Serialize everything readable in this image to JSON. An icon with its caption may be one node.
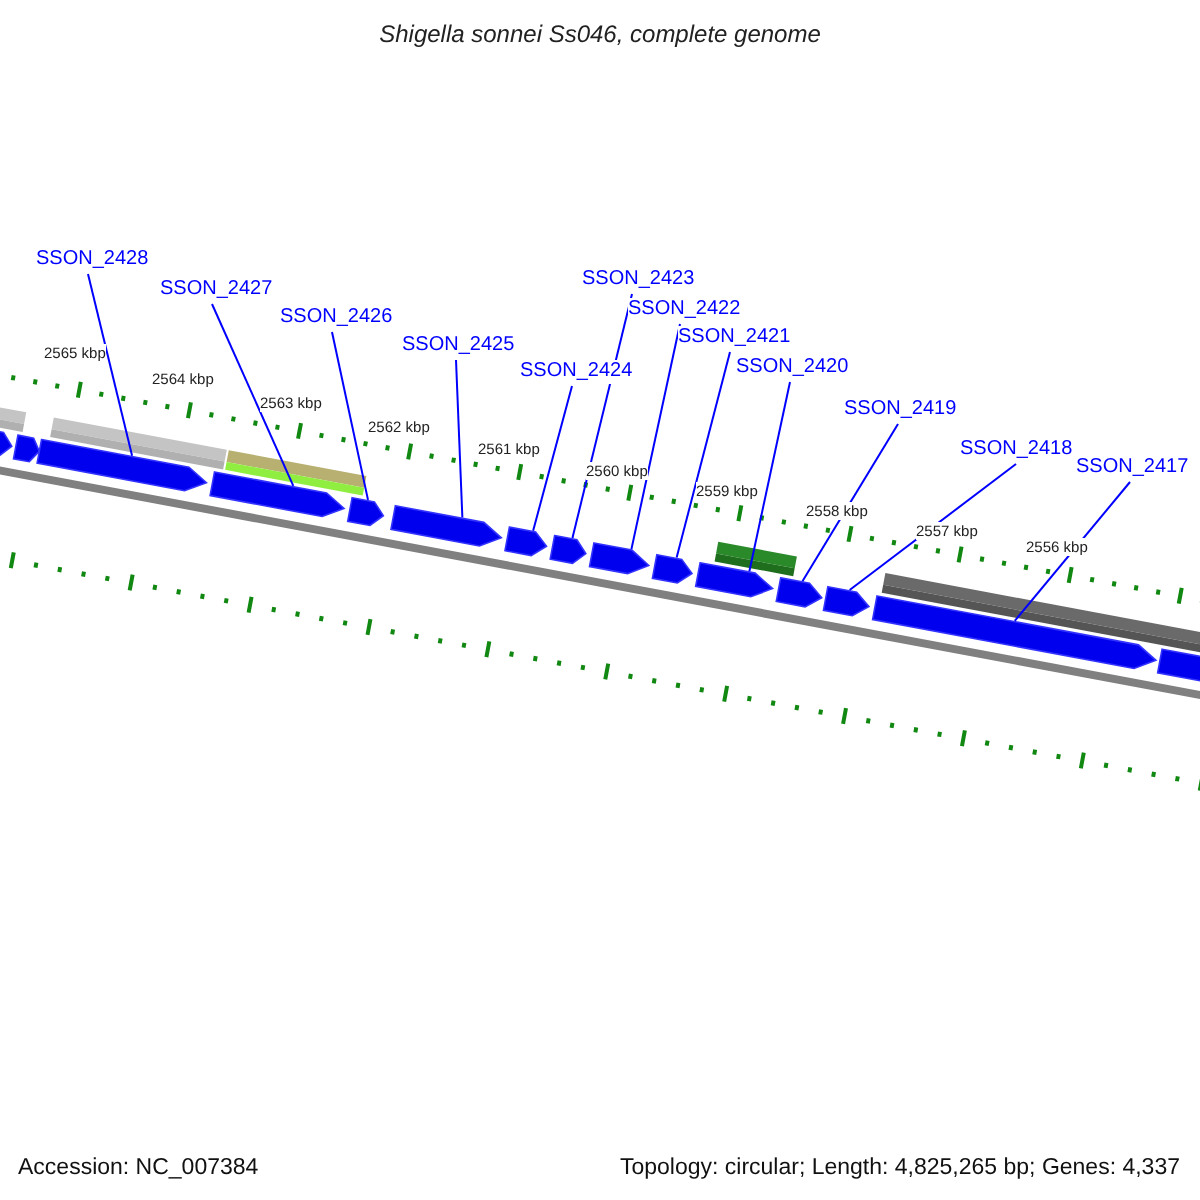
{
  "diagram": {
    "title": "Shigella sonnei Ss046, complete genome",
    "nodes": [
      {
        "text": [
          "SSON_2428"
        ]
      },
      {
        "text": [
          "SSON_2427"
        ]
      },
      {
        "text": [
          "SSON_2426"
        ]
      },
      {
        "text": [
          "SSON_2425"
        ]
      },
      {
        "text": [
          "SSON_2424"
        ]
      },
      {
        "text": [
          "SSON_2423"
        ]
      },
      {
        "text": [
          "SSON_2422"
        ]
      },
      {
        "text": [
          "SSON_2421"
        ]
      },
      {
        "text": [
          "SSON_2420"
        ]
      },
      {
        "text": [
          "SSON_2419"
        ]
      },
      {
        "text": [
          "SSON_2418"
        ]
      },
      {
        "text": [
          "SSON_2417"
        ]
      },
      {
        "text": [],
        "shape": "bar"
      },
      {
        "text": [],
        "shape": "bar"
      },
      {
        "text": [],
        "shape": "bar"
      },
      {
        "text": [],
        "shape": "bar"
      },
      {
        "text": [],
        "shape": "bar"
      },
      {
        "text": [],
        "shape": "bar"
      },
      {
        "text": [],
        "shape": "bar"
      },
      {
        "text": [],
        "shape": "bar"
      },
      {
        "text": [],
        "shape": "bar"
      },
      {
        "text": [],
        "shape": "bar"
      },
      {
        "text": [],
        "shape": "bar"
      },
      {
        "text": [],
        "shape": "bar"
      },
      {
        "text": [],
        "shape": "bar"
      },
      {
        "text": [],
        "shape": "bar"
      },
      {
        "text": [],
        "shape": "bar"
      }
    ],
    "edges": [
      {
        "from": 0,
        "to": 14,
        "arrow": "none"
      },
      {
        "from": 1,
        "to": 15,
        "arrow": "none"
      },
      {
        "from": 2,
        "to": 16,
        "arrow": "none"
      },
      {
        "from": 3,
        "to": 17,
        "arrow": "none"
      },
      {
        "from": 4,
        "to": 18,
        "arrow": "none"
      },
      {
        "from": 5,
        "to": 19,
        "arrow": "none"
      },
      {
        "from": 6,
        "to": 20,
        "arrow": "none"
      },
      {
        "from": 7,
        "to": 21,
        "arrow": "none"
      },
      {
        "from": 8,
        "to": 22,
        "arrow": "none"
      },
      {
        "from": 9,
        "to": 23,
        "arrow": "none"
      },
      {
        "from": 10,
        "to": 24,
        "arrow": "none"
      },
      {
        "from": 11,
        "to": 25,
        "arrow": "none"
      }
    ],
    "labels": [
      "2565 kbp",
      "2564 kbp",
      "2563 kbp",
      "2562 kbp",
      "2561 kbp",
      "2560 kbp",
      "2559 kbp",
      "2558 kbp",
      "2557 kbp",
      "2556 kbp",
      "Accession: NC_007384",
      "Topology: circular; Length: 4,825,265 bp; Genes: 4,337"
    ]
  }
}
